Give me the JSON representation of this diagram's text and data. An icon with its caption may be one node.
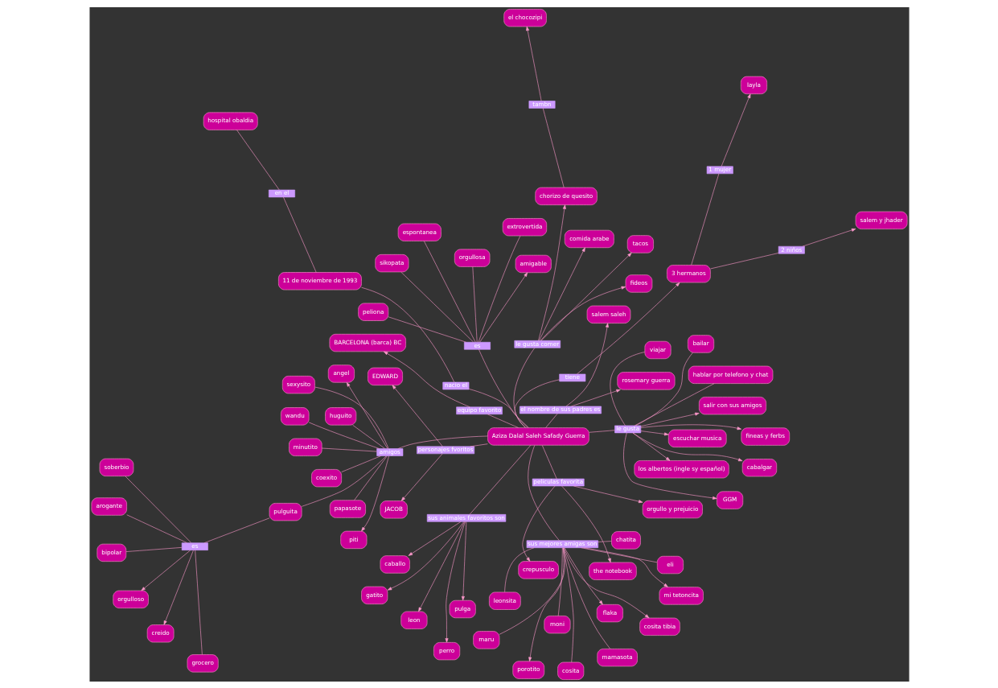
{
  "diagram": {
    "nodes": [
      {
        "text": [
          "Aziza Dalal Saleh Safady Guerra"
        ]
      },
      {
        "text": [
          "sus animales favoritos son"
        ]
      },
      {
        "text": [
          "perro"
        ]
      },
      {
        "text": [
          "caballo"
        ]
      },
      {
        "text": [
          "pulga"
        ]
      },
      {
        "text": [
          "gatito"
        ]
      },
      {
        "text": [
          "leon"
        ]
      },
      {
        "text": [
          "peliculas favorita"
        ]
      },
      {
        "text": [
          "crepusculo"
        ]
      },
      {
        "text": [
          "orgullo y prejuicio"
        ]
      },
      {
        "text": [
          "the notebook"
        ]
      },
      {
        "text": [
          "le gusta comer"
        ]
      },
      {
        "text": [
          "tacos"
        ]
      },
      {
        "text": [
          "comida arabe"
        ]
      },
      {
        "text": [
          "chorizo de quesito"
        ]
      },
      {
        "text": [
          "fideos"
        ]
      },
      {
        "text": [
          "tambn"
        ]
      },
      {
        "text": [
          "el chocozipi"
        ]
      },
      {
        "text": [
          "equipo favorito"
        ]
      },
      {
        "text": [
          "BARCELONA (barca) BC"
        ]
      },
      {
        "text": [
          "tiene"
        ]
      },
      {
        "text": [
          "3 hermanos"
        ]
      },
      {
        "text": [
          "1 mujer"
        ]
      },
      {
        "text": [
          "layla"
        ]
      },
      {
        "text": [
          "2 niños"
        ]
      },
      {
        "text": [
          "salem y jhader"
        ]
      },
      {
        "text": [
          "personajes fvoritos"
        ]
      },
      {
        "text": [
          "EDWARD"
        ]
      },
      {
        "text": [
          "JACOB"
        ]
      },
      {
        "text": [
          "el nombre de sus padres es"
        ]
      },
      {
        "text": [
          "salem saleh"
        ]
      },
      {
        "text": [
          "rosemary guerra"
        ]
      },
      {
        "text": [
          "es"
        ]
      },
      {
        "text": [
          "espontanea"
        ]
      },
      {
        "text": [
          "amigable"
        ]
      },
      {
        "text": [
          "peliona"
        ]
      },
      {
        "text": [
          "orgullosa"
        ]
      },
      {
        "text": [
          "extrovertida"
        ]
      },
      {
        "text": [
          "sikopata"
        ]
      },
      {
        "text": [
          "nacio el"
        ]
      },
      {
        "text": [
          "11 de noviembre de 1993"
        ]
      },
      {
        "text": [
          "en el"
        ]
      },
      {
        "text": [
          "hospital obaldia"
        ]
      },
      {
        "text": [
          "le gusta"
        ]
      },
      {
        "text": [
          "escuchar musica"
        ]
      },
      {
        "text": [
          "los albertos (ingle sy español)"
        ]
      },
      {
        "text": [
          "cabalgar"
        ]
      },
      {
        "text": [
          "GGM"
        ]
      },
      {
        "text": [
          "salir con sus amigos"
        ]
      },
      {
        "text": [
          "fineas y ferbs"
        ]
      },
      {
        "text": [
          "viajar"
        ]
      },
      {
        "text": [
          "hablar por telefono y chat"
        ]
      },
      {
        "text": [
          "bailar"
        ]
      },
      {
        "text": [
          "amigos"
        ]
      },
      {
        "text": [
          "angel"
        ]
      },
      {
        "text": [
          "piti"
        ]
      },
      {
        "text": [
          "papasote"
        ]
      },
      {
        "text": [
          "wandu"
        ]
      },
      {
        "text": [
          "huguito"
        ]
      },
      {
        "text": [
          "pulguita"
        ]
      },
      {
        "text": [
          "minutito"
        ]
      },
      {
        "text": [
          "sexysito"
        ]
      },
      {
        "text": [
          "coexito"
        ]
      },
      {
        "text": [
          "sus mejores amigas son"
        ]
      },
      {
        "text": [
          "cosita tibia"
        ]
      },
      {
        "text": [
          "porotito"
        ]
      },
      {
        "text": [
          "flaka"
        ]
      },
      {
        "text": [
          "mi tetoncita"
        ]
      },
      {
        "text": [
          "mamasota"
        ]
      },
      {
        "text": [
          "leonsita"
        ]
      },
      {
        "text": [
          "cosita"
        ]
      },
      {
        "text": [
          "eli"
        ]
      },
      {
        "text": [
          "chatita"
        ]
      },
      {
        "text": [
          "maru"
        ]
      },
      {
        "text": [
          "moni"
        ]
      },
      {
        "text": [
          "es"
        ]
      },
      {
        "text": [
          "orgulloso"
        ]
      },
      {
        "text": [
          "creido"
        ]
      },
      {
        "text": [
          "arogante"
        ]
      },
      {
        "text": [
          "grocero"
        ]
      },
      {
        "text": [
          "soberbio"
        ]
      },
      {
        "text": [
          "bipolar"
        ]
      }
    ],
    "edges": [
      {
        "from": 0,
        "to": 1,
        "arrow": "none"
      },
      {
        "from": 1,
        "to": 2,
        "arrow": "to"
      },
      {
        "from": 1,
        "to": 3,
        "arrow": "to"
      },
      {
        "from": 1,
        "to": 4,
        "arrow": "to"
      },
      {
        "from": 1,
        "to": 5,
        "arrow": "to"
      },
      {
        "from": 1,
        "to": 6,
        "arrow": "to"
      },
      {
        "from": 0,
        "to": 7,
        "arrow": "none"
      },
      {
        "from": 7,
        "to": 8,
        "arrow": "to"
      },
      {
        "from": 7,
        "to": 9,
        "arrow": "to"
      },
      {
        "from": 7,
        "to": 10,
        "arrow": "to"
      },
      {
        "from": 0,
        "to": 11,
        "arrow": "none"
      },
      {
        "from": 11,
        "to": 12,
        "arrow": "to"
      },
      {
        "from": 11,
        "to": 13,
        "arrow": "to"
      },
      {
        "from": 11,
        "to": 14,
        "arrow": "to"
      },
      {
        "from": 11,
        "to": 15,
        "arrow": "to"
      },
      {
        "from": 14,
        "to": 16,
        "arrow": "none"
      },
      {
        "from": 16,
        "to": 17,
        "arrow": "to"
      },
      {
        "from": 0,
        "to": 18,
        "arrow": "none"
      },
      {
        "from": 18,
        "to": 19,
        "arrow": "to"
      },
      {
        "from": 0,
        "to": 20,
        "arrow": "none"
      },
      {
        "from": 20,
        "to": 21,
        "arrow": "to"
      },
      {
        "from": 21,
        "to": 22,
        "arrow": "none"
      },
      {
        "from": 22,
        "to": 23,
        "arrow": "to"
      },
      {
        "from": 21,
        "to": 24,
        "arrow": "none"
      },
      {
        "from": 24,
        "to": 25,
        "arrow": "to"
      },
      {
        "from": 0,
        "to": 26,
        "arrow": "none"
      },
      {
        "from": 26,
        "to": 27,
        "arrow": "to"
      },
      {
        "from": 26,
        "to": 28,
        "arrow": "to"
      },
      {
        "from": 0,
        "to": 29,
        "arrow": "none"
      },
      {
        "from": 29,
        "to": 30,
        "arrow": "to"
      },
      {
        "from": 29,
        "to": 31,
        "arrow": "to"
      },
      {
        "from": 0,
        "to": 32,
        "arrow": "none"
      },
      {
        "from": 32,
        "to": 33,
        "arrow": "none"
      },
      {
        "from": 32,
        "to": 34,
        "arrow": "to"
      },
      {
        "from": 32,
        "to": 35,
        "arrow": "none"
      },
      {
        "from": 32,
        "to": 36,
        "arrow": "none"
      },
      {
        "from": 32,
        "to": 37,
        "arrow": "none"
      },
      {
        "from": 32,
        "to": 38,
        "arrow": "none"
      },
      {
        "from": 0,
        "to": 39,
        "arrow": "none"
      },
      {
        "from": 39,
        "to": 40,
        "arrow": "none"
      },
      {
        "from": 40,
        "to": 41,
        "arrow": "none"
      },
      {
        "from": 41,
        "to": 42,
        "arrow": "none"
      },
      {
        "from": 0,
        "to": 43,
        "arrow": "none"
      },
      {
        "from": 43,
        "to": 44,
        "arrow": "to"
      },
      {
        "from": 43,
        "to": 45,
        "arrow": "to"
      },
      {
        "from": 43,
        "to": 46,
        "arrow": "to"
      },
      {
        "from": 43,
        "to": 47,
        "arrow": "to"
      },
      {
        "from": 43,
        "to": 48,
        "arrow": "to"
      },
      {
        "from": 43,
        "to": 49,
        "arrow": "to"
      },
      {
        "from": 43,
        "to": 50,
        "arrow": "none"
      },
      {
        "from": 43,
        "to": 51,
        "arrow": "none"
      },
      {
        "from": 43,
        "to": 52,
        "arrow": "none"
      },
      {
        "from": 0,
        "to": 53,
        "arrow": "none"
      },
      {
        "from": 53,
        "to": 54,
        "arrow": "to"
      },
      {
        "from": 53,
        "to": 55,
        "arrow": "to"
      },
      {
        "from": 53,
        "to": 56,
        "arrow": "none"
      },
      {
        "from": 53,
        "to": 57,
        "arrow": "none"
      },
      {
        "from": 53,
        "to": 58,
        "arrow": "none"
      },
      {
        "from": 53,
        "to": 59,
        "arrow": "none"
      },
      {
        "from": 53,
        "to": 60,
        "arrow": "none"
      },
      {
        "from": 53,
        "to": 61,
        "arrow": "none"
      },
      {
        "from": 53,
        "to": 62,
        "arrow": "none"
      },
      {
        "from": 0,
        "to": 63,
        "arrow": "none"
      },
      {
        "from": 63,
        "to": 64,
        "arrow": "to"
      },
      {
        "from": 63,
        "to": 65,
        "arrow": "to"
      },
      {
        "from": 63,
        "to": 66,
        "arrow": "to"
      },
      {
        "from": 63,
        "to": 67,
        "arrow": "to"
      },
      {
        "from": 63,
        "to": 68,
        "arrow": "none"
      },
      {
        "from": 63,
        "to": 69,
        "arrow": "none"
      },
      {
        "from": 63,
        "to": 70,
        "arrow": "none"
      },
      {
        "from": 63,
        "to": 71,
        "arrow": "none"
      },
      {
        "from": 63,
        "to": 72,
        "arrow": "none"
      },
      {
        "from": 63,
        "to": 73,
        "arrow": "none"
      },
      {
        "from": 63,
        "to": 74,
        "arrow": "none"
      },
      {
        "from": 59,
        "to": 75,
        "arrow": "none"
      },
      {
        "from": 75,
        "to": 76,
        "arrow": "to"
      },
      {
        "from": 75,
        "to": 77,
        "arrow": "to"
      },
      {
        "from": 75,
        "to": 78,
        "arrow": "none"
      },
      {
        "from": 75,
        "to": 79,
        "arrow": "none"
      },
      {
        "from": 75,
        "to": 80,
        "arrow": "none"
      },
      {
        "from": 75,
        "to": 81,
        "arrow": "none"
      }
    ]
  }
}
